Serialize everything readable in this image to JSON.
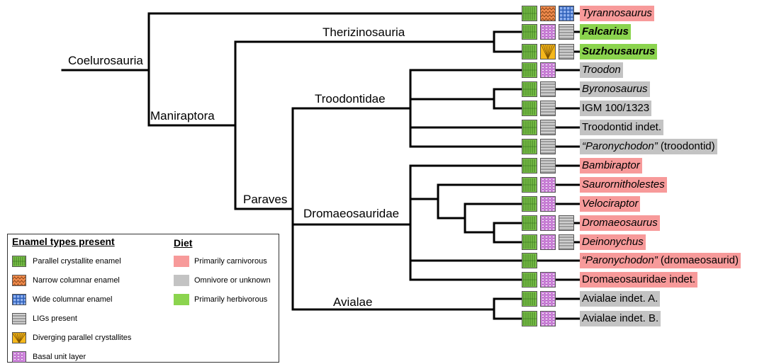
{
  "clades": {
    "coelurosauria": "Coelurosauria",
    "maniraptora": "Maniraptora",
    "therizinosauria": "Therizinosauria",
    "paraves": "Paraves",
    "troodontidae": "Troodontidae",
    "dromaeosauridae": "Dromaeosauridae",
    "avialae": "Avialae"
  },
  "taxa": [
    {
      "parts": [
        {
          "text": "Tyrannosaurus",
          "italic": true
        }
      ],
      "diet": "carnivorous",
      "bold": false,
      "enamel": [
        "parallel-crystallite",
        "narrow-columnar",
        "wide-columnar"
      ]
    },
    {
      "parts": [
        {
          "text": "Falcarius",
          "italic": true
        }
      ],
      "diet": "herbivorous",
      "bold": true,
      "enamel": [
        "parallel-crystallite",
        "basal-unit-layer",
        "ligs"
      ]
    },
    {
      "parts": [
        {
          "text": "Suzhousaurus",
          "italic": true
        }
      ],
      "diet": "herbivorous",
      "bold": true,
      "enamel": [
        "parallel-crystallite",
        "diverging-parallel",
        "ligs"
      ]
    },
    {
      "parts": [
        {
          "text": "Troodon",
          "italic": true
        }
      ],
      "diet": "omnivore-unknown",
      "bold": false,
      "enamel": [
        "parallel-crystallite",
        "basal-unit-layer"
      ]
    },
    {
      "parts": [
        {
          "text": "Byronosaurus",
          "italic": true
        }
      ],
      "diet": "omnivore-unknown",
      "bold": false,
      "enamel": [
        "parallel-crystallite",
        "ligs"
      ]
    },
    {
      "parts": [
        {
          "text": "IGM 100/1323",
          "italic": false
        }
      ],
      "diet": "omnivore-unknown",
      "bold": false,
      "enamel": [
        "parallel-crystallite",
        "ligs"
      ]
    },
    {
      "parts": [
        {
          "text": "Troodontid indet",
          "italic": false
        },
        {
          "text": ".",
          "italic": false,
          "plain": true
        }
      ],
      "diet": "omnivore-unknown",
      "bold": false,
      "enamel": [
        "parallel-crystallite",
        "ligs"
      ]
    },
    {
      "parts": [
        {
          "text": "“Paronychodon”",
          "italic": true
        },
        {
          "text": " (troodontid)",
          "italic": false
        }
      ],
      "diet": "omnivore-unknown",
      "bold": false,
      "enamel": [
        "parallel-crystallite",
        "ligs"
      ]
    },
    {
      "parts": [
        {
          "text": "Bambiraptor",
          "italic": true
        }
      ],
      "diet": "carnivorous",
      "bold": false,
      "enamel": [
        "parallel-crystallite",
        "ligs"
      ]
    },
    {
      "parts": [
        {
          "text": "Saurornitholestes",
          "italic": true
        }
      ],
      "diet": "carnivorous",
      "bold": false,
      "enamel": [
        "parallel-crystallite",
        "basal-unit-layer"
      ]
    },
    {
      "parts": [
        {
          "text": "Velociraptor",
          "italic": true
        }
      ],
      "diet": "carnivorous",
      "bold": false,
      "enamel": [
        "parallel-crystallite",
        "basal-unit-layer"
      ]
    },
    {
      "parts": [
        {
          "text": "Dromaeosaurus",
          "italic": true
        }
      ],
      "diet": "carnivorous",
      "bold": false,
      "enamel": [
        "parallel-crystallite",
        "basal-unit-layer",
        "ligs"
      ]
    },
    {
      "parts": [
        {
          "text": "Deinonychus",
          "italic": true
        }
      ],
      "diet": "carnivorous",
      "bold": false,
      "enamel": [
        "parallel-crystallite",
        "basal-unit-layer",
        "ligs"
      ]
    },
    {
      "parts": [
        {
          "text": "“Paronychodon”",
          "italic": true
        },
        {
          "text": " (dromaeosaurid)",
          "italic": false
        }
      ],
      "diet": "carnivorous",
      "bold": false,
      "enamel": [
        "parallel-crystallite"
      ]
    },
    {
      "parts": [
        {
          "text": "Dromaeosauridae indet.",
          "italic": false
        }
      ],
      "diet": "carnivorous",
      "bold": false,
      "enamel": [
        "parallel-crystallite",
        "basal-unit-layer"
      ]
    },
    {
      "parts": [
        {
          "text": "Avialae indet. A.",
          "italic": false
        }
      ],
      "diet": "omnivore-unknown",
      "bold": false,
      "enamel": [
        "parallel-crystallite",
        "basal-unit-layer"
      ]
    },
    {
      "parts": [
        {
          "text": "Avialae indet. B.",
          "italic": false
        }
      ],
      "diet": "omnivore-unknown",
      "bold": false,
      "enamel": [
        "parallel-crystallite",
        "basal-unit-layer"
      ]
    }
  ],
  "legend": {
    "enamel_title": "Enamel types present",
    "enamel_items": [
      {
        "icon": "parallel-crystallite",
        "label": "Parallel crystallite enamel"
      },
      {
        "icon": "narrow-columnar",
        "label": "Narrow columnar enamel"
      },
      {
        "icon": "wide-columnar",
        "label": "Wide columnar enamel"
      },
      {
        "icon": "ligs",
        "label": "LIGs present"
      },
      {
        "icon": "diverging-parallel",
        "label": "Diverging parallel crystallites"
      },
      {
        "icon": "basal-unit-layer",
        "label": "Basal unit layer"
      }
    ],
    "diet_title": "Diet",
    "diet_items": [
      {
        "diet": "carnivorous",
        "label": "Primarily carnivorous"
      },
      {
        "diet": "omnivore-unknown",
        "label": "Omnivore or unknown"
      },
      {
        "diet": "herbivorous",
        "label": "Primarily herbivorous"
      }
    ]
  },
  "colors": {
    "carnivorous": "#F79A9A",
    "omnivore-unknown": "#C3C3C3",
    "herbivorous": "#8BD44E",
    "parallel-crystallite": "#7CC24A",
    "narrow-columnar": "#EE8A4C",
    "wide-columnar": "#2E5FB8",
    "ligs": "#CFCFCF",
    "diverging-parallel": "#F5B81C",
    "basal-unit-layer": "#D88BE6"
  }
}
